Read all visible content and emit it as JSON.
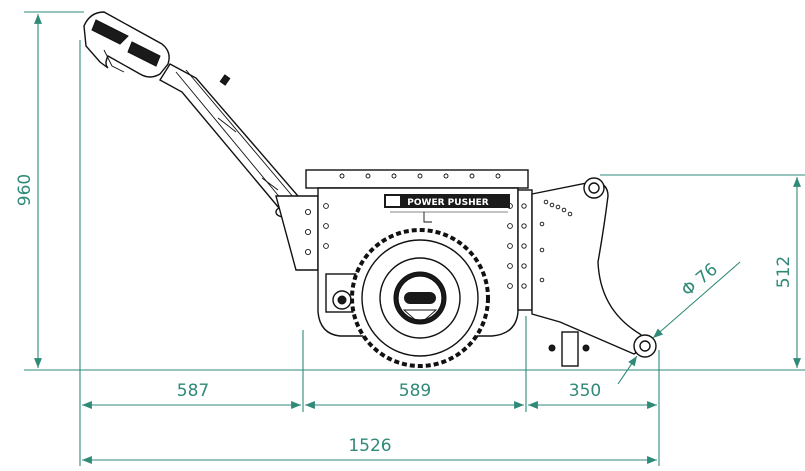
{
  "drawing": {
    "brand_label": "POWER PUSHER",
    "dimensions": {
      "overall_height": "960",
      "body_height": "512",
      "wheel_diameter": "Φ 76",
      "length_front": "587",
      "length_body": "589",
      "length_rear": "350",
      "overall_length": "1526"
    },
    "colors": {
      "dimension": "#2f8a78",
      "outline": "#111111",
      "background": "#ffffff"
    }
  }
}
